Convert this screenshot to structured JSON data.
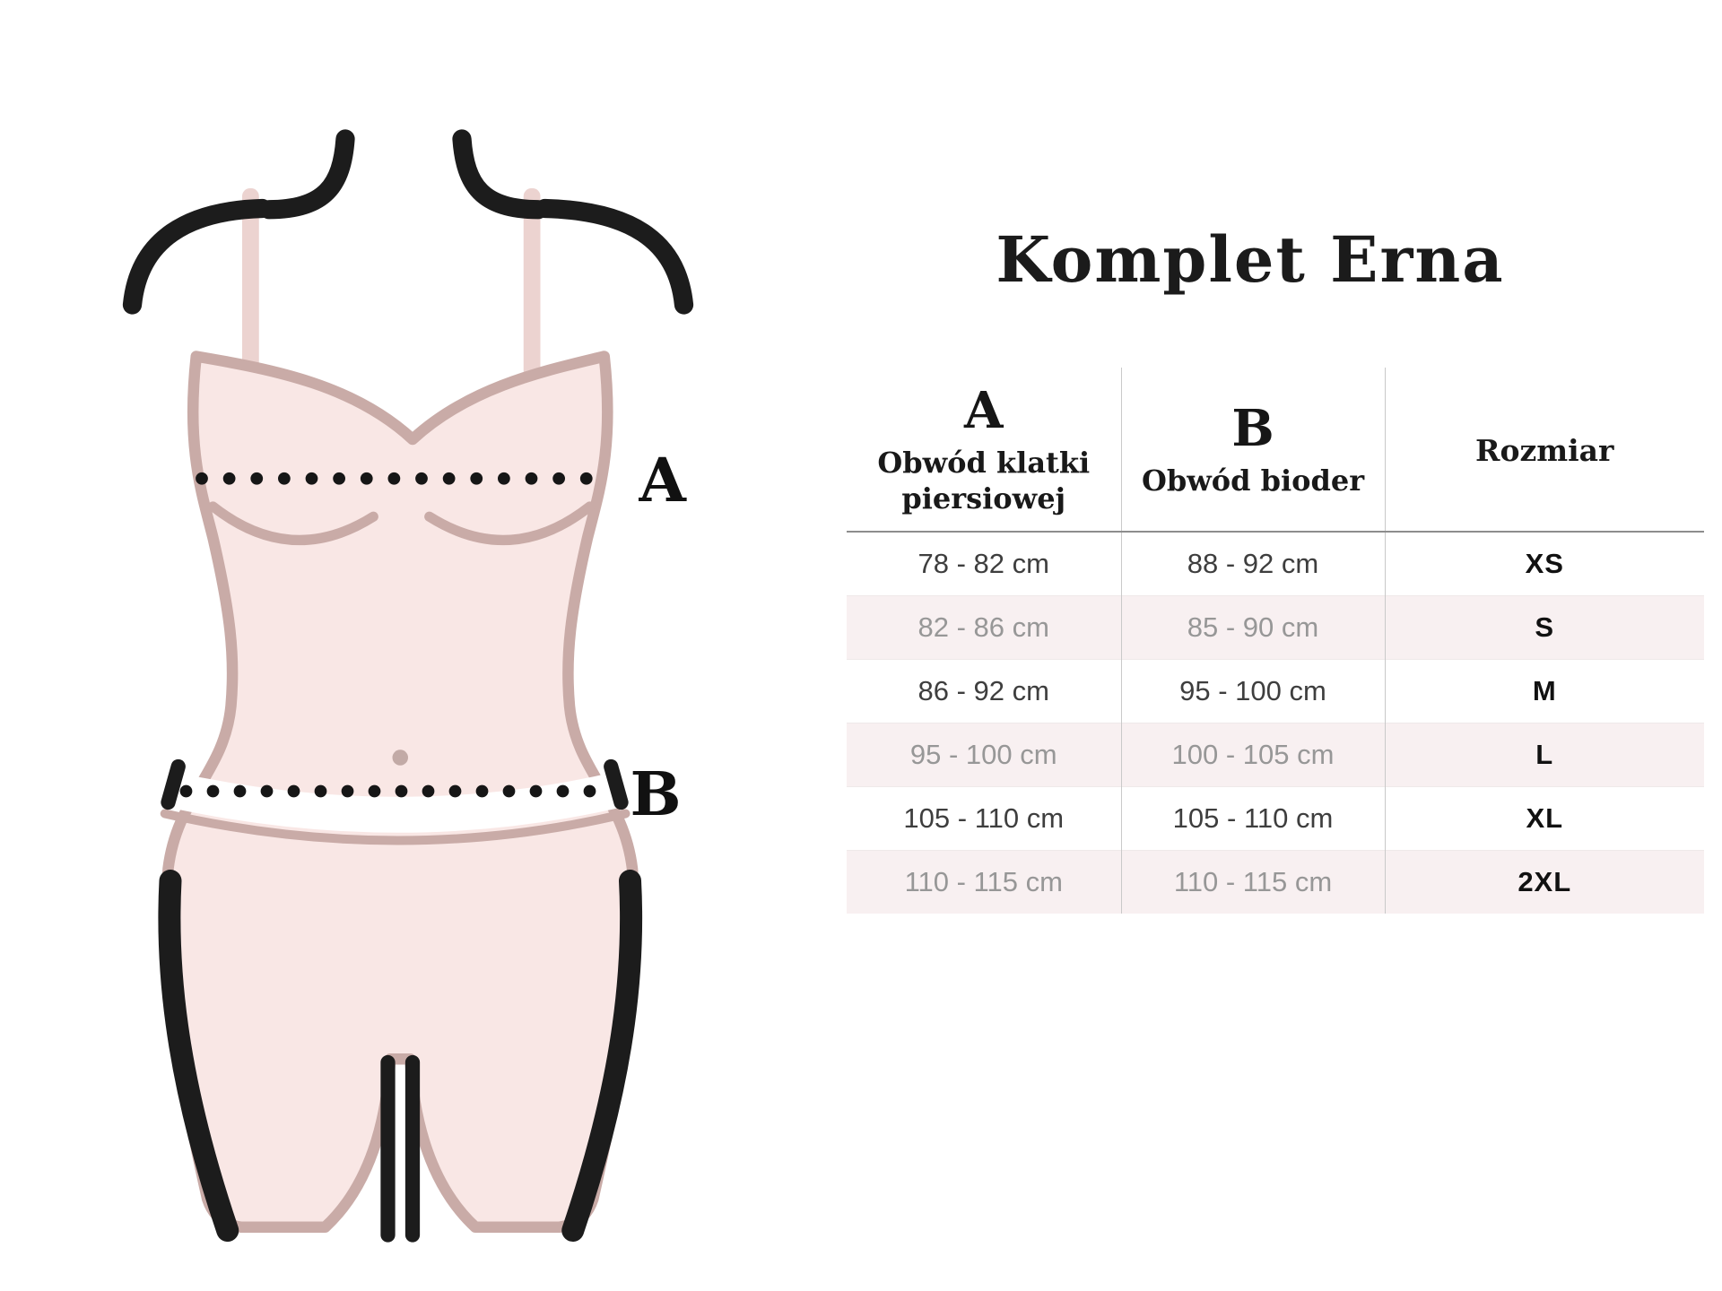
{
  "title": "Komplet Erna",
  "diagram": {
    "measure_a_label": "A",
    "measure_b_label": "B"
  },
  "table": {
    "columns": [
      {
        "letter": "A",
        "label": "Obwód klatki piersiowej"
      },
      {
        "letter": "B",
        "label": "Obwód bioder"
      },
      {
        "label": "Rozmiar"
      }
    ],
    "rows": [
      {
        "chest": "78 - 82 cm",
        "hips": "88 - 92 cm",
        "size": "XS"
      },
      {
        "chest": "82 - 86 cm",
        "hips": "85 - 90 cm",
        "size": "S"
      },
      {
        "chest": "86 - 92 cm",
        "hips": "95 - 100 cm",
        "size": "M"
      },
      {
        "chest": "95 - 100 cm",
        "hips": "100 - 105 cm",
        "size": "L"
      },
      {
        "chest": "105 - 110 cm",
        "hips": "105 - 110 cm",
        "size": "XL"
      },
      {
        "chest": "110 - 115 cm",
        "hips": "110 - 115 cm",
        "size": "2XL"
      }
    ]
  },
  "chart_data": {
    "type": "table",
    "title": "Komplet Erna",
    "columns": [
      "A — Obwód klatki piersiowej",
      "B — Obwód bioder",
      "Rozmiar"
    ],
    "rows": [
      [
        "78 - 82 cm",
        "88 - 92 cm",
        "XS"
      ],
      [
        "82 - 86 cm",
        "85 - 90 cm",
        "S"
      ],
      [
        "86 - 92 cm",
        "95 - 100 cm",
        "M"
      ],
      [
        "95 - 100 cm",
        "100 - 105 cm",
        "L"
      ],
      [
        "105 - 110 cm",
        "105 - 110 cm",
        "XL"
      ],
      [
        "110 - 115 cm",
        "110 - 115 cm",
        "2XL"
      ]
    ]
  },
  "colors": {
    "body_fill": "#f9e7e5",
    "body_outline": "#c9aba7",
    "strap_fill": "#ecd3d0",
    "line_black": "#1c1c1c",
    "shaded_row": "#f8f0f1",
    "divider_gray": "#c9c9c9",
    "header_rule": "#8d8d8d"
  }
}
